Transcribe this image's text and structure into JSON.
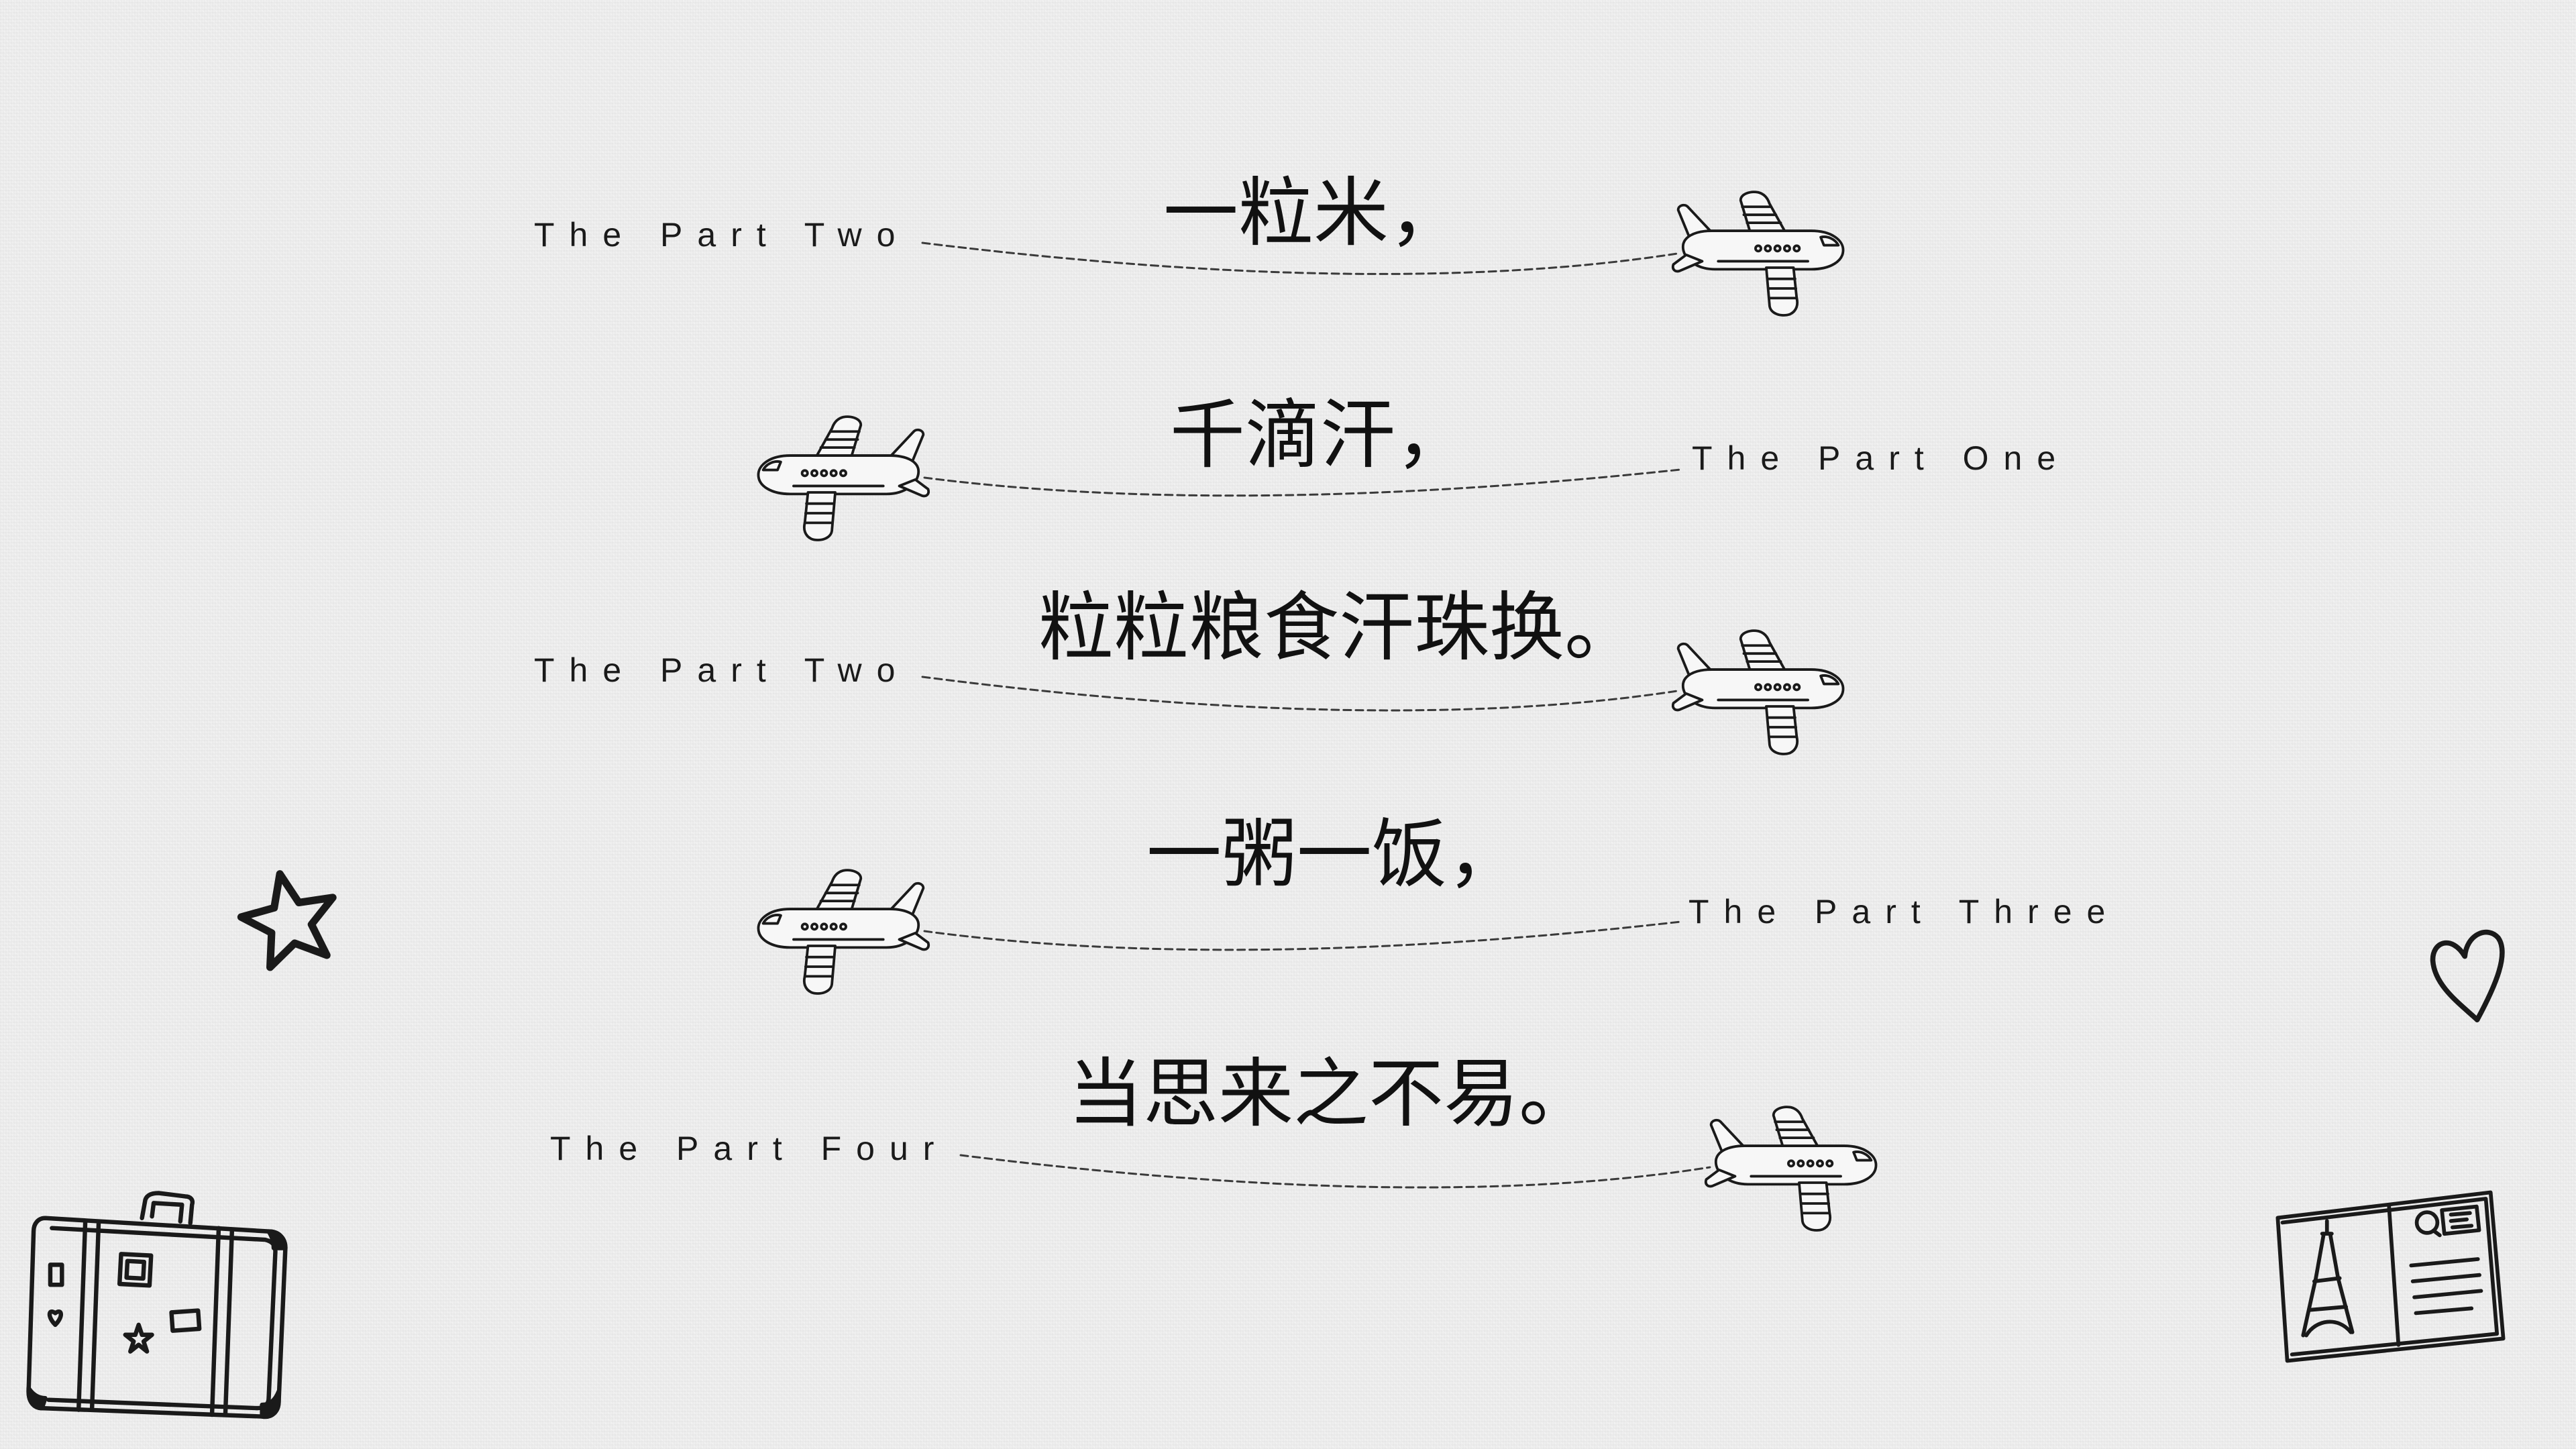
{
  "slide": {
    "rows": [
      {
        "label": "The Part Two",
        "text": "一粒米，"
      },
      {
        "label": "The Part One",
        "text": "千滴汗，"
      },
      {
        "label": "The Part Two",
        "text": "粒粒粮食汗珠换。"
      },
      {
        "label": "The Part Three",
        "text": "一粥一饭，"
      },
      {
        "label": "The Part Four",
        "text": "当思来之不易。"
      }
    ]
  },
  "icons": {
    "airplane": "airplane-icon",
    "flight_path": "dashed-flight-path",
    "star": "star-icon",
    "heart": "heart-icon",
    "suitcase": "suitcase-icon",
    "postcard": "postcard-icon"
  },
  "colors": {
    "background": "#efefef",
    "ink": "#1a1a1a",
    "dash": "#3a3a3a"
  }
}
